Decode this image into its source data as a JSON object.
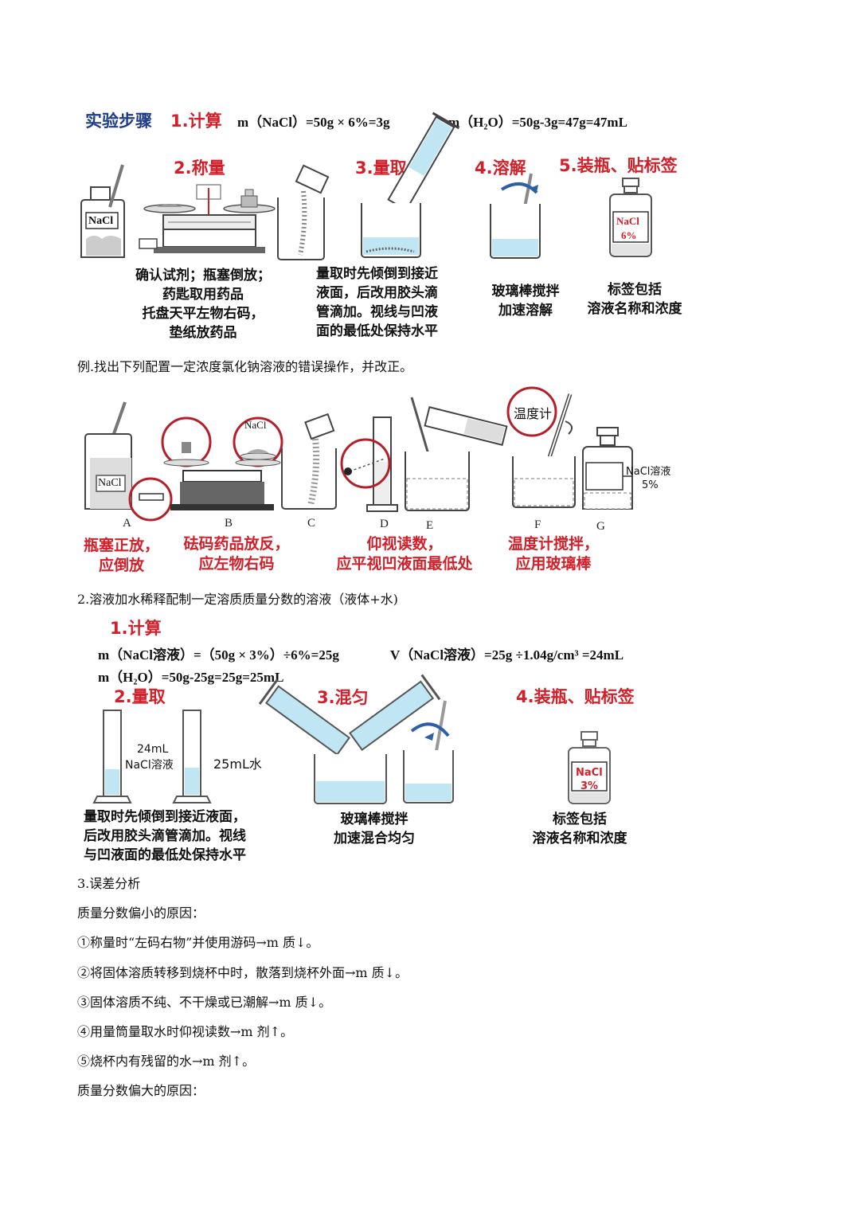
{
  "sec1": {
    "steps_title": "实验步骤",
    "step1": "1.计算",
    "formula1": "m（NaCl）=50g × 6%=3g",
    "formula2": "m（H₂O）=50g-3g=47g=47mL",
    "step2": "2.称量",
    "step3": "3.量取",
    "step4": "4.溶解",
    "step5": "5.装瓶、贴标签",
    "bottle_label": "NaCl",
    "final_label_1": "NaCl",
    "final_label_2": "6%",
    "cap_weigh": [
      "确认试剂；瓶塞倒放；",
      "药匙取用药品",
      "托盘天平左物右码，",
      "垫纸放药品"
    ],
    "cap_measure": [
      "量取时先倾倒到接近",
      "液面，后改用胶头滴",
      "管滴加。视线与凹液",
      "面的最低处保持水平"
    ],
    "cap_dissolve": [
      "玻璃棒搅拌",
      "加速溶解"
    ],
    "cap_label": [
      "标签包括",
      "溶液名称和浓度"
    ]
  },
  "example": {
    "text": "例.找出下列配置一定浓度氯化钠溶液的错误操作，并改正。",
    "letters": [
      "A",
      "B",
      "C",
      "D",
      "E",
      "F",
      "G"
    ],
    "nacl_a": "NaCl",
    "nacl_b": "NaCl",
    "thermometer": "温度计",
    "bottle_g_1": "NaCl溶液",
    "bottle_g_2": "5%",
    "err_a": [
      "瓶塞正放，",
      "应倒放"
    ],
    "err_b": [
      "砝码药品放反，",
      "应左物右码"
    ],
    "err_d": [
      "仰视读数，",
      "应平视凹液面最低处"
    ],
    "err_f": [
      "温度计搅拌，",
      "应用玻璃棒"
    ]
  },
  "sec2": {
    "heading": "2.溶液加水稀释配制一定溶质质量分数的溶液（液体+水)",
    "step1": "1.计算",
    "formula1": "m（NaCl溶液）=（50g × 3%）÷6%=25g",
    "formula2": "V（NaCl溶液）=25g ÷1.04g/cm³ =24mL",
    "formula3": "m（H₂O）=50g-25g=25g=25mL",
    "step2": "2.量取",
    "step3": "3.混匀",
    "step4": "4.装瓶、贴标签",
    "cyl1_1": "24mL",
    "cyl1_2": "NaCl溶液",
    "cyl2": "25mL水",
    "label_1": "NaCl",
    "label_2": "3%",
    "cap_measure": [
      "量取时先倾倒到接近液面，",
      "后改用胶头滴管滴加。视线",
      "与凹液面的最低处保持水平"
    ],
    "cap_mix": [
      "玻璃棒搅拌",
      "加速混合均匀"
    ],
    "cap_label": [
      "标签包括",
      "溶液名称和浓度"
    ]
  },
  "sec3": {
    "heading": "3.误差分析",
    "low_title": "质量分数偏小的原因：",
    "items": [
      "①称量时“左码右物”并使用游码→m 质↓。",
      "②将固体溶质转移到烧杯中时，散落到烧杯外面→m 质↓。",
      "③固体溶质不纯、不干燥或已潮解→m 质↓。",
      "④用量筒量取水时仰视读数→m 剂↑。",
      "⑤烧杯内有残留的水→m 剂↑。"
    ],
    "high_title": "质量分数偏大的原因："
  },
  "colors": {
    "red": "#d2202a",
    "blue": "#1f3c8c",
    "water": "#bfe6f2"
  }
}
